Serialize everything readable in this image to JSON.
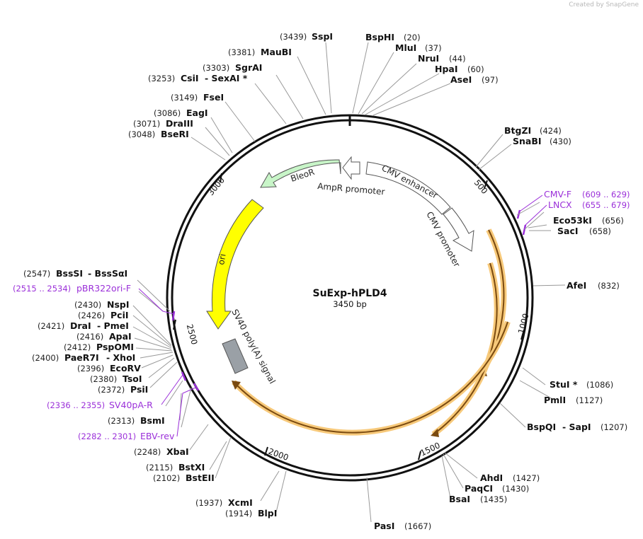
{
  "credit": "Created by SnapGene",
  "title": "SuExp-hPLD4",
  "size": "3450 bp",
  "ticks": [
    "500",
    "1000",
    "1500",
    "2000",
    "2500",
    "3000"
  ],
  "enzymes": [
    {
      "name": "SspI",
      "pos": "(3439)"
    },
    {
      "name": "BspHI",
      "pos": "(20)"
    },
    {
      "name": "MluI",
      "pos": "(37)"
    },
    {
      "name": "NruI",
      "pos": "(44)"
    },
    {
      "name": "HpaI",
      "pos": "(60)"
    },
    {
      "name": "AseI",
      "pos": "(97)"
    },
    {
      "name": "MauBI",
      "pos": "(3381)"
    },
    {
      "name": "SgrAI",
      "pos": "(3303)"
    },
    {
      "name": "CsiI",
      "pos": "(3253)",
      "name2": "- SexAI *"
    },
    {
      "name": "FseI",
      "pos": "(3149)"
    },
    {
      "name": "EagI",
      "pos": "(3086)"
    },
    {
      "name": "DraIII",
      "pos": "(3071)"
    },
    {
      "name": "BseRI",
      "pos": "(3048)"
    },
    {
      "name": "BtgZI",
      "pos": "(424)"
    },
    {
      "name": "SnaBI",
      "pos": "(430)"
    },
    {
      "name": "Eco53kI",
      "pos": "(656)"
    },
    {
      "name": "SacI",
      "pos": "(658)"
    },
    {
      "name": "AfeI",
      "pos": "(832)"
    },
    {
      "name": "StuI *",
      "pos": "(1086)"
    },
    {
      "name": "PmlI",
      "pos": "(1127)"
    },
    {
      "name": "BspQI",
      "pos": "(1207)",
      "name2": "- SapI"
    },
    {
      "name": "AhdI",
      "pos": "(1427)"
    },
    {
      "name": "PaqCI",
      "pos": "(1430)"
    },
    {
      "name": "BsaI",
      "pos": "(1435)"
    },
    {
      "name": "PasI",
      "pos": "(1667)"
    },
    {
      "name": "XcmI",
      "pos": "(1937)"
    },
    {
      "name": "BlpI",
      "pos": "(1914)"
    },
    {
      "name": "BstXI",
      "pos": "(2115)"
    },
    {
      "name": "BstEII",
      "pos": "(2102)"
    },
    {
      "name": "XbaI",
      "pos": "(2248)"
    },
    {
      "name": "BsmI",
      "pos": "(2313)"
    },
    {
      "name": "PsiI",
      "pos": "(2372)"
    },
    {
      "name": "TsoI",
      "pos": "(2380)"
    },
    {
      "name": "EcoRV",
      "pos": "(2396)"
    },
    {
      "name": "PaeR7I",
      "pos": "(2400)",
      "name2": "- XhoI"
    },
    {
      "name": "PspOMI",
      "pos": "(2412)"
    },
    {
      "name": "ApaI",
      "pos": "(2416)"
    },
    {
      "name": "DraI",
      "pos": "(2421)",
      "name2": "- PmeI"
    },
    {
      "name": "PciI",
      "pos": "(2426)"
    },
    {
      "name": "NspI",
      "pos": "(2430)"
    },
    {
      "name": "BssSI",
      "pos": "(2547)",
      "name2": "- BssSαI"
    }
  ],
  "primers": [
    {
      "name": "CMV-F",
      "pos": "(609 .. 629)"
    },
    {
      "name": "LNCX",
      "pos": "(655 .. 679)"
    },
    {
      "name": "pBR322ori-F",
      "pos": "(2515 .. 2534)"
    },
    {
      "name": "SV40pA-R",
      "pos": "(2336 .. 2355)"
    },
    {
      "name": "EBV-rev",
      "pos": "(2282 .. 2301)"
    }
  ],
  "features": [
    {
      "name": "CMV enhancer",
      "color": "#ffffff"
    },
    {
      "name": "CMV promoter",
      "color": "#ffffff"
    },
    {
      "name": "AmpR promoter",
      "color": "#ffffff"
    },
    {
      "name": "BleoR",
      "color": "#c8f5c8"
    },
    {
      "name": "ori",
      "color": "#ffff00"
    },
    {
      "name": "SV40 poly(A) signal",
      "color": "#9aa0a6"
    }
  ],
  "colors": {
    "primer": "#9b30d9",
    "orf": "#f7c97a",
    "orf_core": "#e8a23a"
  }
}
